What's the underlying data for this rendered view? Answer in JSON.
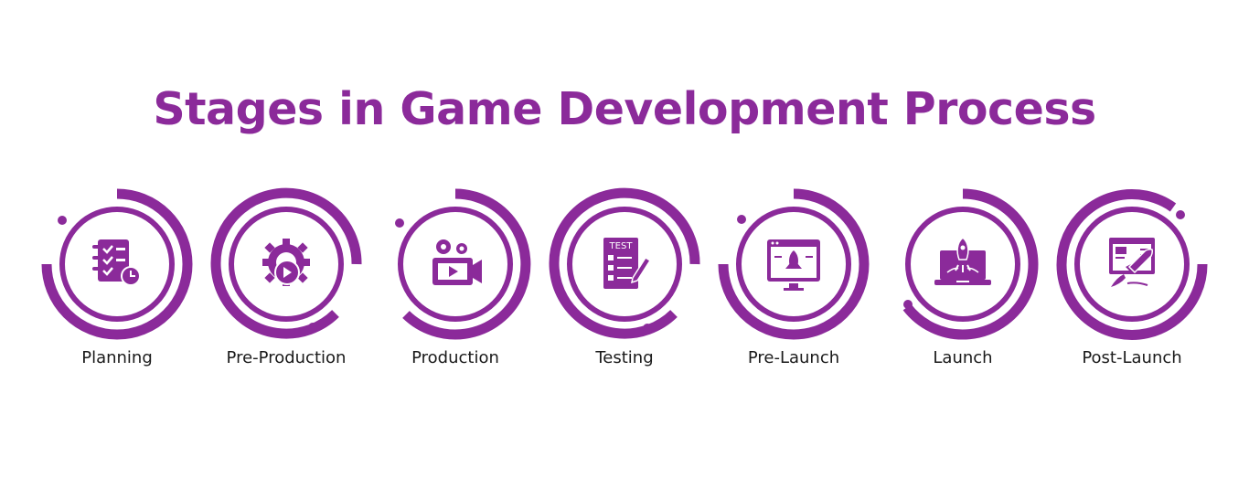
{
  "title": "Stages in Game Development Process",
  "colors": {
    "accent": "#8B2A9A",
    "text": "#1a1a1a",
    "background": "#ffffff"
  },
  "stages": [
    {
      "label": "Planning",
      "icon": "checklist-clock-icon"
    },
    {
      "label": "Pre-Production",
      "icon": "gear-play-icon"
    },
    {
      "label": "Production",
      "icon": "video-camera-gears-icon"
    },
    {
      "label": "Testing",
      "icon": "test-clipboard-pencil-icon"
    },
    {
      "label": "Pre-Launch",
      "icon": "browser-rocket-icon"
    },
    {
      "label": "Launch",
      "icon": "laptop-rocket-icon"
    },
    {
      "label": "Post-Launch",
      "icon": "rocket-window-icon"
    }
  ]
}
